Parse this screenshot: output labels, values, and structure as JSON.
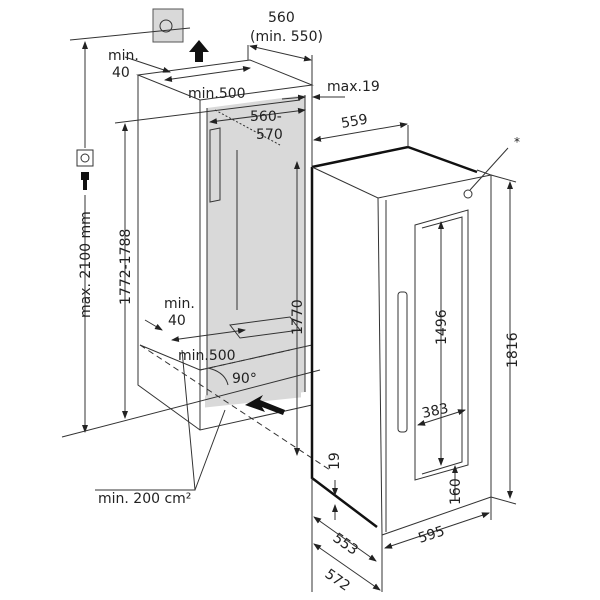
{
  "niche": {
    "depth": "560",
    "depth_min": "(min. 550)",
    "top_gap": "min.",
    "top_gap_value": "40",
    "top_vent_width": "min.500",
    "inner_width": "560-",
    "inner_width_2": "570",
    "panel_max": "max.19",
    "niche_height": "1772-1788",
    "socket_height": "max. 2100 mm",
    "bottom_gap": "min.",
    "bottom_gap_value": "40",
    "bottom_vent_width": "min.500",
    "angle": "90°",
    "vent_area": "min. 200 cm²"
  },
  "appliance": {
    "depth": "559",
    "height_inner": "1770",
    "height_total": "1816",
    "window_height": "1496",
    "window_width": "383",
    "plinth_offset": "19",
    "window_bottom": "160",
    "width": "595",
    "depth_body": "553",
    "depth_total": "572",
    "note_marker": "*"
  },
  "colors": {
    "panel": "#d9d9d9",
    "line": "#333333"
  }
}
